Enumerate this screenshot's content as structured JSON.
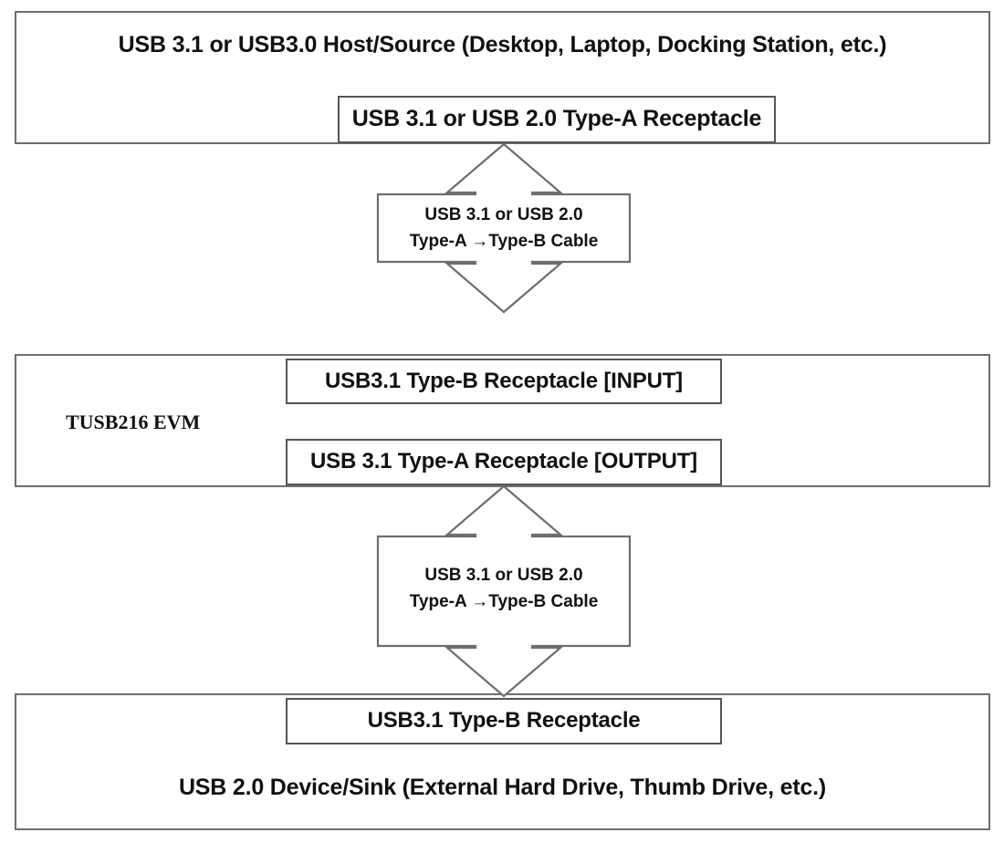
{
  "diagram": {
    "title": "USB 3.1 / USB 2.0 host to TUSB216 EVM to device connection diagram",
    "colors": {
      "outer_border": "#6e6e6e",
      "receptacle_border": "#555555",
      "arrow_stroke": "#6e6e6e",
      "background": "#ffffff",
      "text": "#111111"
    }
  },
  "host": {
    "title": "USB 3.1 or USB3.0 Host/Source (Desktop, Laptop, Docking Station, etc.)",
    "receptacle": "USB 3.1 or USB 2.0 Type-A Receptacle"
  },
  "cable_top": {
    "line1": "USB 3.1 or USB 2.0",
    "line2": "Type-A →Type-B Cable",
    "direction": "bidirectional"
  },
  "evm": {
    "title": "TUSB216 EVM",
    "input_receptacle": "USB3.1 Type-B Receptacle [INPUT]",
    "output_receptacle": "USB 3.1 Type-A Receptacle [OUTPUT]"
  },
  "cable_bottom": {
    "line1": "USB 3.1 or USB 2.0",
    "line2": "Type-A →Type-B Cable",
    "direction": "bidirectional"
  },
  "device": {
    "receptacle": "USB3.1 Type-B Receptacle",
    "title": "USB 2.0 Device/Sink (External Hard Drive, Thumb Drive, etc.)"
  }
}
